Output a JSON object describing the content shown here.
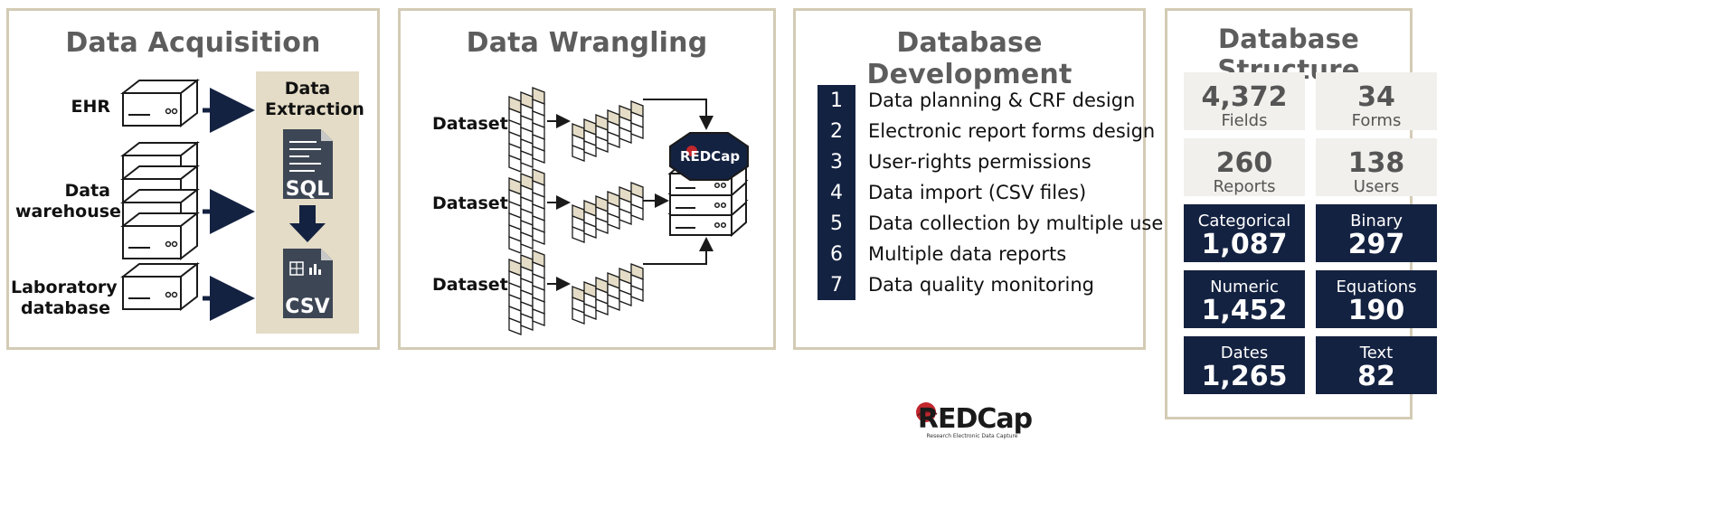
{
  "panels": {
    "acquisition": {
      "title": "Data Acquisition",
      "sources": [
        "EHR",
        "Data warehouse",
        "Laboratory database"
      ],
      "extraction": {
        "title": "Data Extraction",
        "from": "SQL",
        "to": "CSV"
      }
    },
    "wrangling": {
      "title": "Data Wrangling",
      "datasets": [
        "Dataset 1",
        "Dataset 2",
        "Dataset 3"
      ],
      "target": "REDCap"
    },
    "development": {
      "title": "Database Development",
      "steps": [
        {
          "n": "1",
          "text": "Data planning & CRF design"
        },
        {
          "n": "2",
          "text": "Electronic report forms design"
        },
        {
          "n": "3",
          "text": "User-rights permissions"
        },
        {
          "n": "4",
          "text": "Data import (CSV files)"
        },
        {
          "n": "5",
          "text": "Data collection by multiple users"
        },
        {
          "n": "6",
          "text": "Multiple data reports"
        },
        {
          "n": "7",
          "text": "Data quality monitoring"
        }
      ],
      "logo": {
        "name": "REDCap",
        "tagline": "Research Electronic Data Capture"
      }
    },
    "structure": {
      "title": "Database Structure",
      "tiles": [
        {
          "value": "4,372",
          "label": "Fields",
          "style": "light"
        },
        {
          "value": "34",
          "label": "Forms",
          "style": "light"
        },
        {
          "value": "260",
          "label": "Reports",
          "style": "light"
        },
        {
          "value": "138",
          "label": "Users",
          "style": "light"
        },
        {
          "value": "1,087",
          "label": "Categorical",
          "style": "dark"
        },
        {
          "value": "297",
          "label": "Binary",
          "style": "dark"
        },
        {
          "value": "1,452",
          "label": "Numeric",
          "style": "dark"
        },
        {
          "value": "190",
          "label": "Equations",
          "style": "dark"
        },
        {
          "value": "1,265",
          "label": "Dates",
          "style": "dark"
        },
        {
          "value": "82",
          "label": "Text",
          "style": "dark"
        }
      ]
    }
  },
  "colors": {
    "border": "#d3cbb4",
    "beige": "#e4dcc6",
    "navy": "#142241",
    "redcap_red": "#c1272d",
    "tile_light": "#f1f0ec"
  }
}
